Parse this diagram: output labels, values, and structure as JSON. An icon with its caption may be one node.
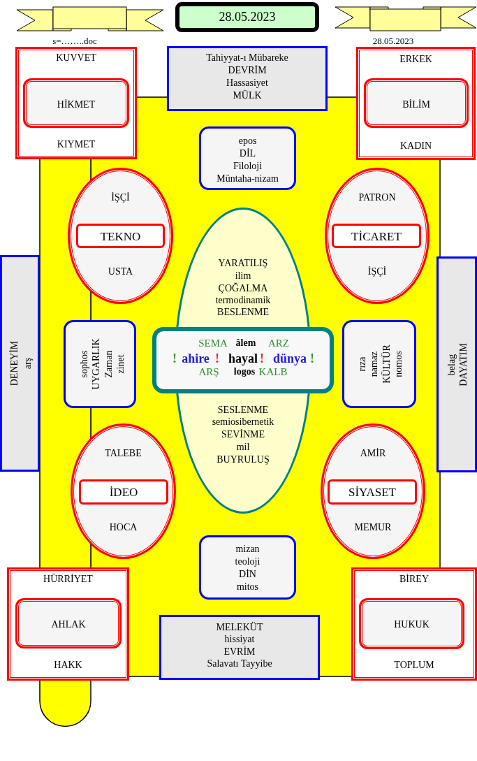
{
  "diagram": {
    "nodes": [
      {
        "text": [
          "28.05.2023"
        ]
      },
      {
        "text": [
          "KUVVET",
          "KIYMET"
        ]
      },
      {
        "text": [
          "HİKMET"
        ],
        "in": 1
      },
      {
        "text": [
          "Tahiyyat-ı Mübareke",
          "DEVRİM",
          "Hassasiyet",
          "MÜLK"
        ]
      },
      {
        "text": [
          "ERKEK",
          "KADIN"
        ]
      },
      {
        "text": [
          "BİLİM"
        ],
        "in": 4
      },
      {
        "text": [
          "epos",
          "DİL",
          "Filoloji",
          "Müntaha-nizam"
        ]
      },
      {
        "text": [
          "İŞÇİ",
          "USTA"
        ]
      },
      {
        "text": [
          "TEKNO"
        ],
        "in": 7
      },
      {
        "text": [
          "PATRON",
          "İŞÇİ"
        ]
      },
      {
        "text": [
          "TİCARET"
        ],
        "in": 9
      },
      {
        "text": [
          "YARATILIŞ",
          "ilim",
          "ÇOĞALMA",
          "termodinamik",
          "BESLENME",
          "SESLENME",
          "semiosibernetik",
          "SEVİNME",
          "mil",
          "BUYRULUŞ"
        ]
      },
      {
        "text": [
          "DENEYİM",
          "arş"
        ]
      },
      {
        "text": [
          "sophos",
          "UYGARLIK",
          "Zaman",
          "zinet"
        ]
      },
      {
        "text": [
          "SEMA",
          "âlem",
          "ARZ",
          "!",
          "ahire",
          "!",
          "hayal",
          "!",
          "dünya",
          "!",
          "ARŞ",
          "logos",
          "KALB"
        ]
      },
      {
        "text": [
          "rıza",
          "namaz",
          "KÜLTÜR",
          "nomos"
        ]
      },
      {
        "text": [
          "belag",
          "DAYATIM"
        ]
      },
      {
        "text": [
          "TALEBE",
          "HOCA"
        ]
      },
      {
        "text": [
          "İDEO"
        ],
        "in": 17
      },
      {
        "text": [
          "AMİR",
          "MEMUR"
        ]
      },
      {
        "text": [
          "SİYASET"
        ],
        "in": 19
      },
      {
        "text": [
          "mizan",
          "teoloji",
          "DİN",
          "mitos"
        ]
      },
      {
        "text": [
          "HÜRRİYET",
          "HAKK"
        ]
      },
      {
        "text": [
          "AHLAK"
        ],
        "in": 22
      },
      {
        "text": [
          "MELEKÜT",
          "hissiyat",
          "EVRİM",
          "Salavatı Tayyibe"
        ]
      },
      {
        "text": [
          "BİREY",
          "TOPLUM"
        ]
      },
      {
        "text": [
          "HUKUK"
        ],
        "in": 25
      }
    ],
    "labels": [
      "s=……..doc",
      "28.05.2023"
    ]
  }
}
